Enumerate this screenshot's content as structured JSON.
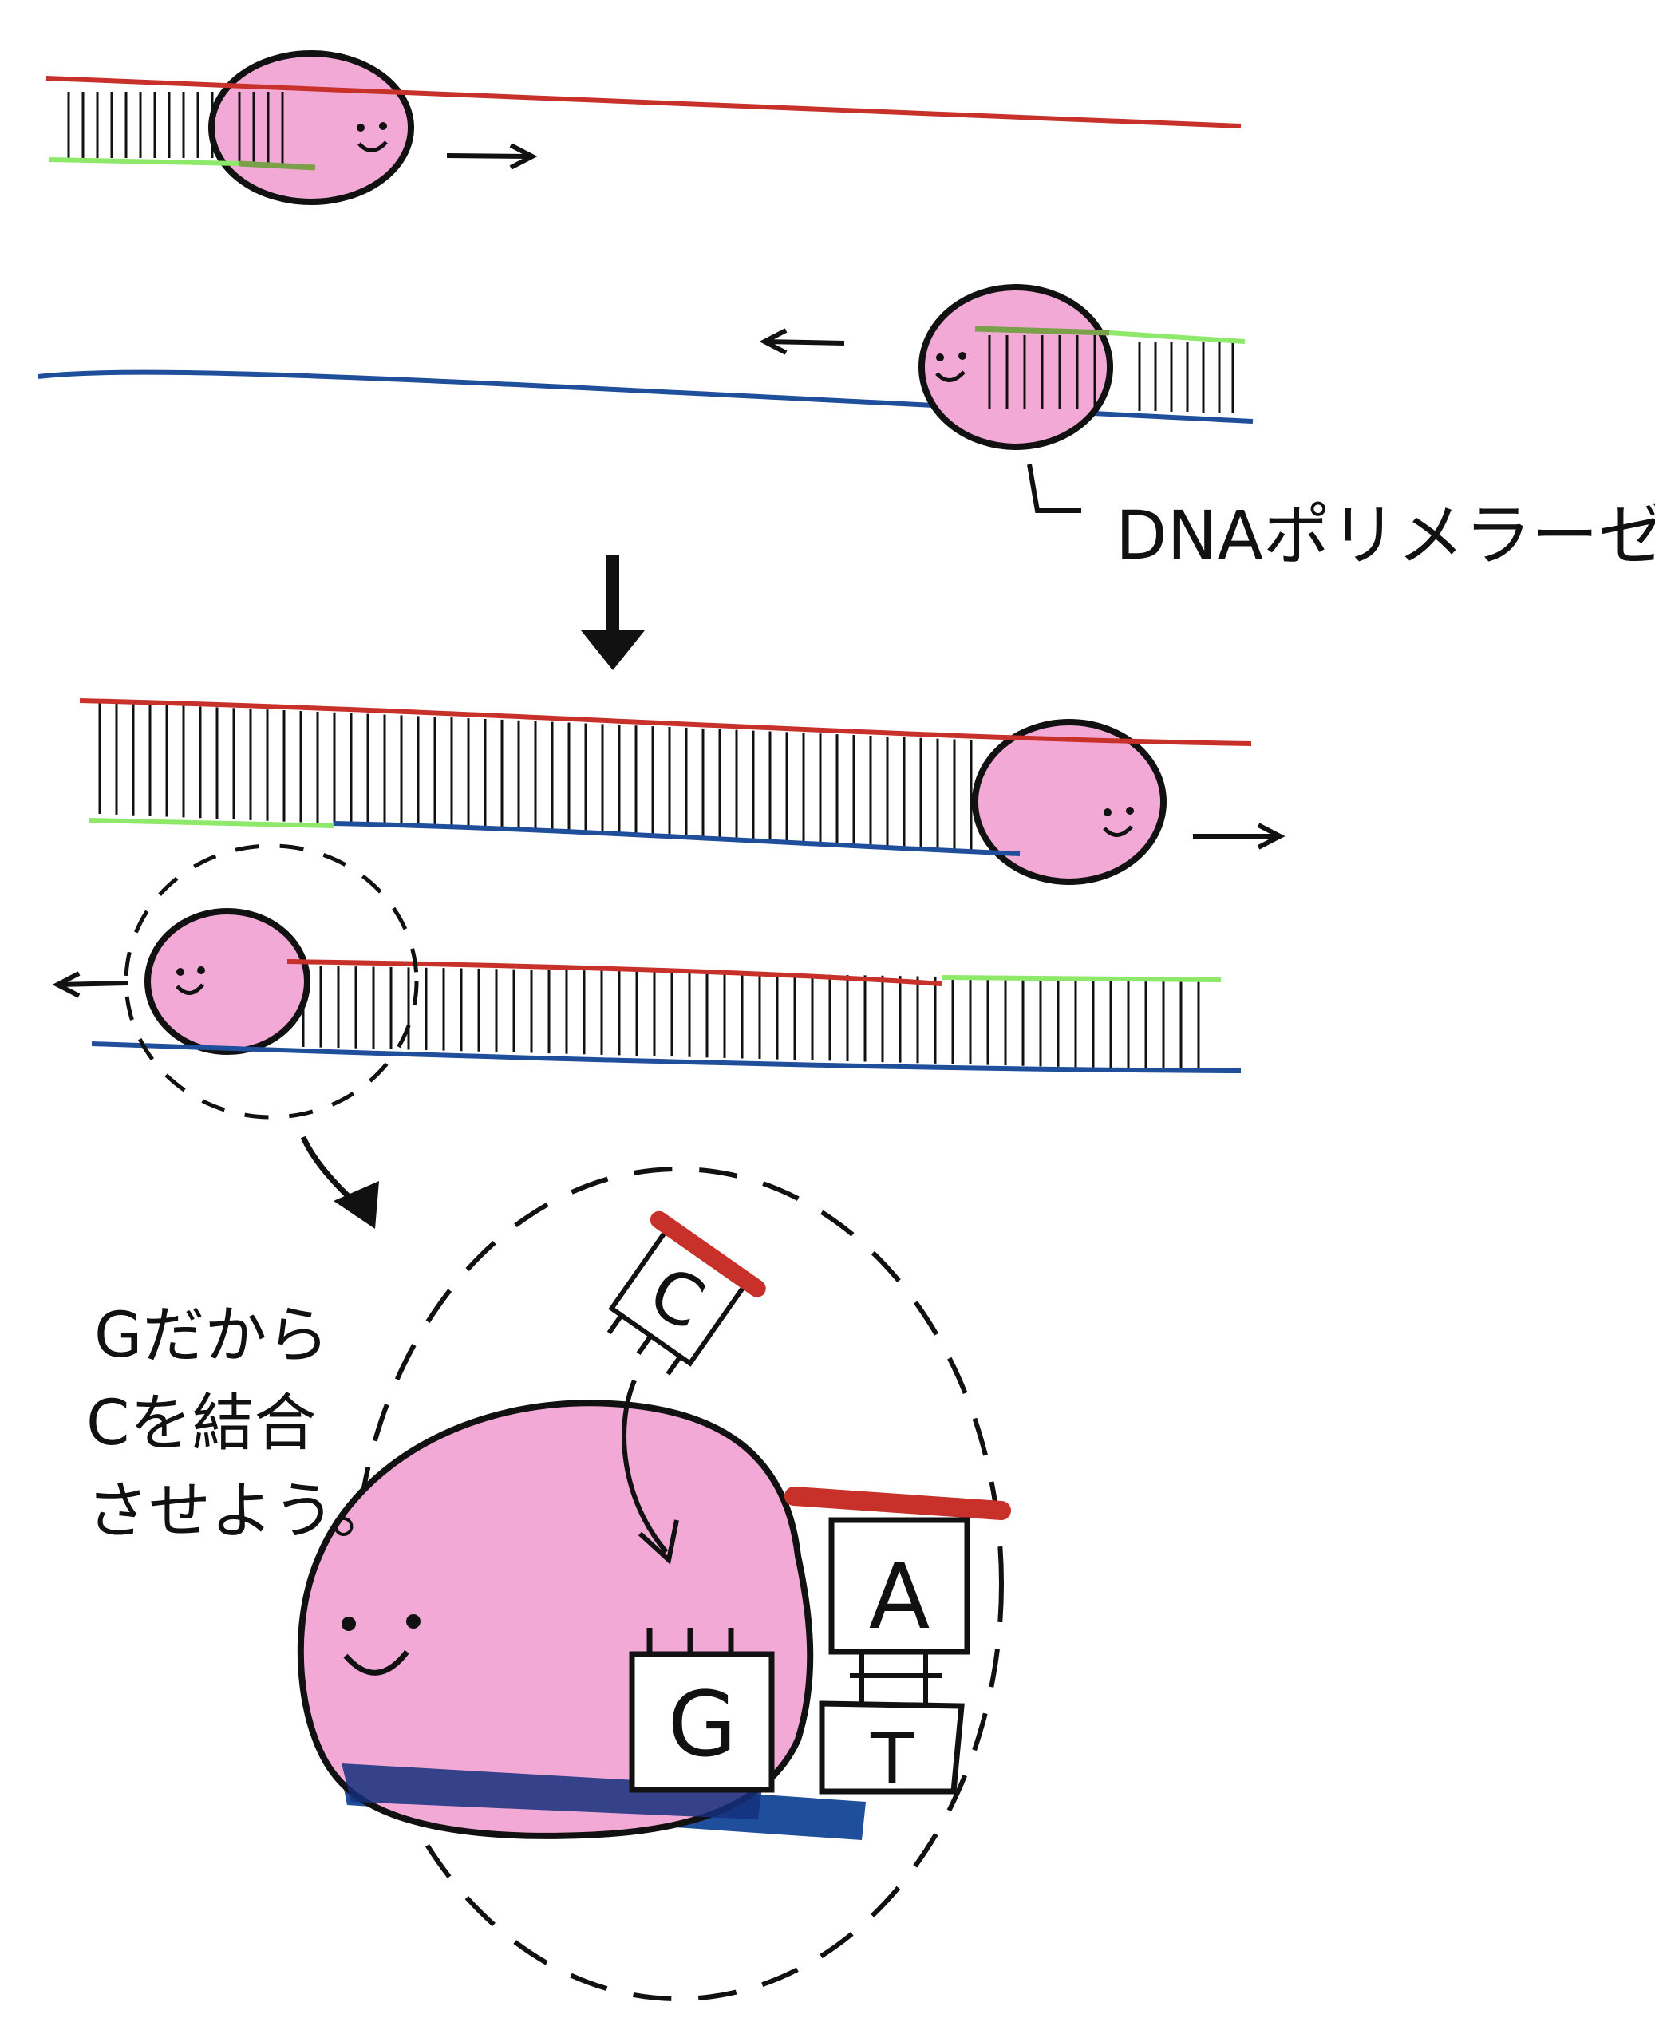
{
  "labels": {
    "polymerase": "DNAポリメラーゼ",
    "note_line1": "Gだから",
    "note_line2": "Cを結合",
    "note_line3": "させよう。"
  },
  "bases": {
    "incoming": "C",
    "template": "G",
    "paired_top": "A",
    "paired_bottom": "T"
  },
  "colors": {
    "strand_red": "#c8302a",
    "strand_blue": "#1f4e9a",
    "primer_green": "#8ee86a",
    "polymerase_pink": "#f2a9d6",
    "ink": "#111111"
  }
}
